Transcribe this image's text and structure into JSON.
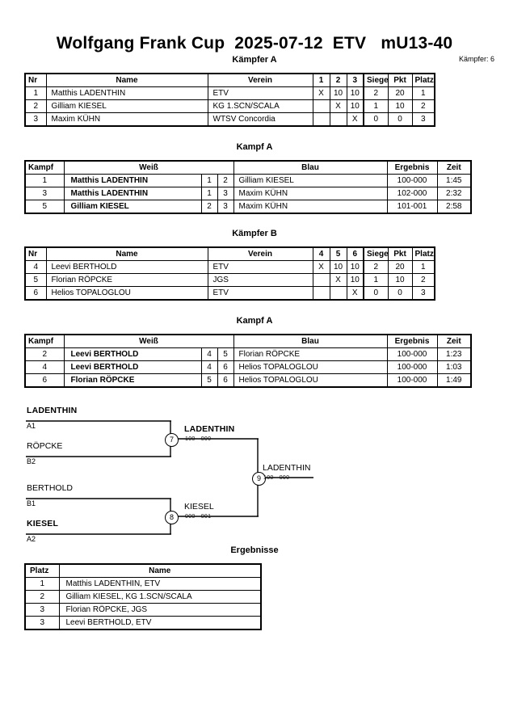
{
  "header": {
    "title": "Wolfgang Frank Cup  2025-07-12  ETV   mU13-40",
    "fighter_count_label": "Kämpfer: 6"
  },
  "captions": {
    "pool_a": "Kämpfer A",
    "kampf_a1": "Kampf A",
    "pool_b": "Kämpfer B",
    "kampf_a2": "Kampf A",
    "results": "Ergebnisse"
  },
  "pool_a": {
    "headers": {
      "nr": "Nr",
      "name": "Name",
      "verein": "Verein",
      "m1": "1",
      "m2": "2",
      "m3": "3",
      "siege": "Siege",
      "pkt": "Pkt",
      "platz": "Platz"
    },
    "rows": [
      {
        "nr": "1",
        "name": "Matthis LADENTHIN",
        "verein": "ETV",
        "m1": "X",
        "m2": "10",
        "m3": "10",
        "siege": "2",
        "pkt": "20",
        "platz": "1"
      },
      {
        "nr": "2",
        "name": "Gilliam KIESEL",
        "verein": "KG 1.SCN/SCALA",
        "m1": "",
        "m2": "X",
        "m3": "10",
        "siege": "1",
        "pkt": "10",
        "platz": "2"
      },
      {
        "nr": "3",
        "name": "Maxim KÜHN",
        "verein": "WTSV Concordia",
        "m1": "",
        "m2": "",
        "m3": "X",
        "siege": "0",
        "pkt": "0",
        "platz": "3"
      }
    ]
  },
  "pool_b": {
    "headers": {
      "nr": "Nr",
      "name": "Name",
      "verein": "Verein",
      "m1": "4",
      "m2": "5",
      "m3": "6",
      "siege": "Siege",
      "pkt": "Pkt",
      "platz": "Platz"
    },
    "rows": [
      {
        "nr": "4",
        "name": "Leevi BERTHOLD",
        "verein": "ETV",
        "m1": "X",
        "m2": "10",
        "m3": "10",
        "siege": "2",
        "pkt": "20",
        "platz": "1"
      },
      {
        "nr": "5",
        "name": "Florian RÖPCKE",
        "verein": "JGS",
        "m1": "",
        "m2": "X",
        "m3": "10",
        "siege": "1",
        "pkt": "10",
        "platz": "2"
      },
      {
        "nr": "6",
        "name": "Helios TOPALOGLOU",
        "verein": "ETV",
        "m1": "",
        "m2": "",
        "m3": "X",
        "siege": "0",
        "pkt": "0",
        "platz": "3"
      }
    ]
  },
  "kampf_a1": {
    "headers": {
      "kampf": "Kampf",
      "weiss": "Weiß",
      "blau": "Blau",
      "ergebnis": "Ergebnis",
      "zeit": "Zeit"
    },
    "rows": [
      {
        "kampf": "1",
        "weiss": "Matthis LADENTHIN",
        "weiss_nr": "1",
        "blau_nr": "2",
        "blau": "Gilliam KIESEL",
        "ergebnis": "100-000",
        "zeit": "1:45"
      },
      {
        "kampf": "3",
        "weiss": "Matthis LADENTHIN",
        "weiss_nr": "1",
        "blau_nr": "3",
        "blau": "Maxim KÜHN",
        "ergebnis": "102-000",
        "zeit": "2:32"
      },
      {
        "kampf": "5",
        "weiss": "Gilliam KIESEL",
        "weiss_nr": "2",
        "blau_nr": "3",
        "blau": "Maxim KÜHN",
        "ergebnis": "101-001",
        "zeit": "2:58"
      }
    ]
  },
  "kampf_a2": {
    "headers": {
      "kampf": "Kampf",
      "weiss": "Weiß",
      "blau": "Blau",
      "ergebnis": "Ergebnis",
      "zeit": "Zeit"
    },
    "rows": [
      {
        "kampf": "2",
        "weiss": "Leevi BERTHOLD",
        "weiss_nr": "4",
        "blau_nr": "5",
        "blau": "Florian RÖPCKE",
        "ergebnis": "100-000",
        "zeit": "1:23"
      },
      {
        "kampf": "4",
        "weiss": "Leevi BERTHOLD",
        "weiss_nr": "4",
        "blau_nr": "6",
        "blau": "Helios TOPALOGLOU",
        "ergebnis": "100-000",
        "zeit": "1:03"
      },
      {
        "kampf": "6",
        "weiss": "Florian RÖPCKE",
        "weiss_nr": "5",
        "blau_nr": "6",
        "blau": "Helios TOPALOGLOU",
        "ergebnis": "100-000",
        "zeit": "1:49"
      }
    ]
  },
  "bracket": {
    "entrants": [
      {
        "name": "LADENTHIN",
        "seed": "A1",
        "winner": true
      },
      {
        "name": "RÖPCKE",
        "seed": "B2",
        "winner": false
      },
      {
        "name": "BERTHOLD",
        "seed": "B1",
        "winner": false
      },
      {
        "name": "KIESEL",
        "seed": "A2",
        "winner": true
      }
    ],
    "matches": [
      {
        "number": "7",
        "winner": "LADENTHIN",
        "score": "100 - 000"
      },
      {
        "number": "8",
        "winner": "KIESEL",
        "score": "000 - 001"
      },
      {
        "number": "9",
        "winner": "LADENTHIN",
        "score": "100 - 000"
      }
    ]
  },
  "results": {
    "headers": {
      "platz": "Platz",
      "name": "Name"
    },
    "rows": [
      {
        "platz": "1",
        "name": "Matthis LADENTHIN, ETV"
      },
      {
        "platz": "2",
        "name": "Gilliam KIESEL, KG 1.SCN/SCALA"
      },
      {
        "platz": "3",
        "name": "Florian RÖPCKE, JGS"
      },
      {
        "platz": "3",
        "name": "Leevi BERTHOLD, ETV"
      }
    ]
  }
}
